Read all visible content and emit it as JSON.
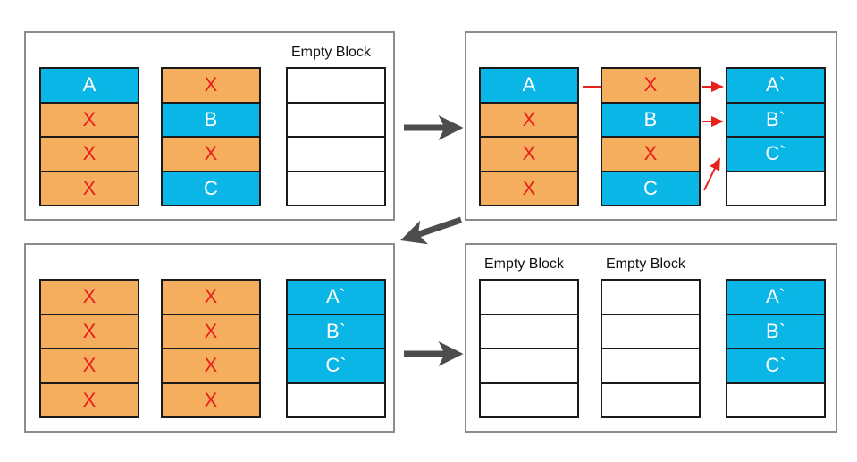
{
  "colors": {
    "garbage_fill": "#f5ad5e",
    "garbage_text": "#e8201c",
    "live_fill": "#0ab6e6",
    "live_text": "#ffffff",
    "panel_border": "#8c8c8c",
    "flow_arrow": "#4d4d4d",
    "copy_arrow": "#e8201c"
  },
  "panels": [
    {
      "blocks": [
        {
          "label": "",
          "cells": [
            {
              "t": "A",
              "k": "live"
            },
            {
              "t": "X",
              "k": "garbage"
            },
            {
              "t": "X",
              "k": "garbage"
            },
            {
              "t": "X",
              "k": "garbage"
            }
          ]
        },
        {
          "label": "",
          "cells": [
            {
              "t": "X",
              "k": "garbage"
            },
            {
              "t": "B",
              "k": "live"
            },
            {
              "t": "X",
              "k": "garbage"
            },
            {
              "t": "C",
              "k": "live"
            }
          ]
        },
        {
          "label": "Empty Block",
          "cells": [
            {
              "t": "",
              "k": "empty"
            },
            {
              "t": "",
              "k": "empty"
            },
            {
              "t": "",
              "k": "empty"
            },
            {
              "t": "",
              "k": "empty"
            }
          ]
        }
      ]
    },
    {
      "blocks": [
        {
          "label": "",
          "cells": [
            {
              "t": "A",
              "k": "live"
            },
            {
              "t": "X",
              "k": "garbage"
            },
            {
              "t": "X",
              "k": "garbage"
            },
            {
              "t": "X",
              "k": "garbage"
            }
          ]
        },
        {
          "label": "",
          "cells": [
            {
              "t": "X",
              "k": "garbage"
            },
            {
              "t": "B",
              "k": "live"
            },
            {
              "t": "X",
              "k": "garbage"
            },
            {
              "t": "C",
              "k": "live"
            }
          ]
        },
        {
          "label": "",
          "cells": [
            {
              "t": "A`",
              "k": "live"
            },
            {
              "t": "B`",
              "k": "live"
            },
            {
              "t": "C`",
              "k": "live"
            },
            {
              "t": "",
              "k": "empty"
            }
          ]
        }
      ]
    },
    {
      "blocks": [
        {
          "label": "",
          "cells": [
            {
              "t": "X",
              "k": "garbage"
            },
            {
              "t": "X",
              "k": "garbage"
            },
            {
              "t": "X",
              "k": "garbage"
            },
            {
              "t": "X",
              "k": "garbage"
            }
          ]
        },
        {
          "label": "",
          "cells": [
            {
              "t": "X",
              "k": "garbage"
            },
            {
              "t": "X",
              "k": "garbage"
            },
            {
              "t": "X",
              "k": "garbage"
            },
            {
              "t": "X",
              "k": "garbage"
            }
          ]
        },
        {
          "label": "",
          "cells": [
            {
              "t": "A`",
              "k": "live"
            },
            {
              "t": "B`",
              "k": "live"
            },
            {
              "t": "C`",
              "k": "live"
            },
            {
              "t": "",
              "k": "empty"
            }
          ]
        }
      ]
    },
    {
      "blocks": [
        {
          "label": "Empty Block",
          "cells": [
            {
              "t": "",
              "k": "empty"
            },
            {
              "t": "",
              "k": "empty"
            },
            {
              "t": "",
              "k": "empty"
            },
            {
              "t": "",
              "k": "empty"
            }
          ]
        },
        {
          "label": "Empty Block",
          "cells": [
            {
              "t": "",
              "k": "empty"
            },
            {
              "t": "",
              "k": "empty"
            },
            {
              "t": "",
              "k": "empty"
            },
            {
              "t": "",
              "k": "empty"
            }
          ]
        },
        {
          "label": "",
          "cells": [
            {
              "t": "A`",
              "k": "live"
            },
            {
              "t": "B`",
              "k": "live"
            },
            {
              "t": "C`",
              "k": "live"
            },
            {
              "t": "",
              "k": "empty"
            }
          ]
        }
      ]
    }
  ]
}
